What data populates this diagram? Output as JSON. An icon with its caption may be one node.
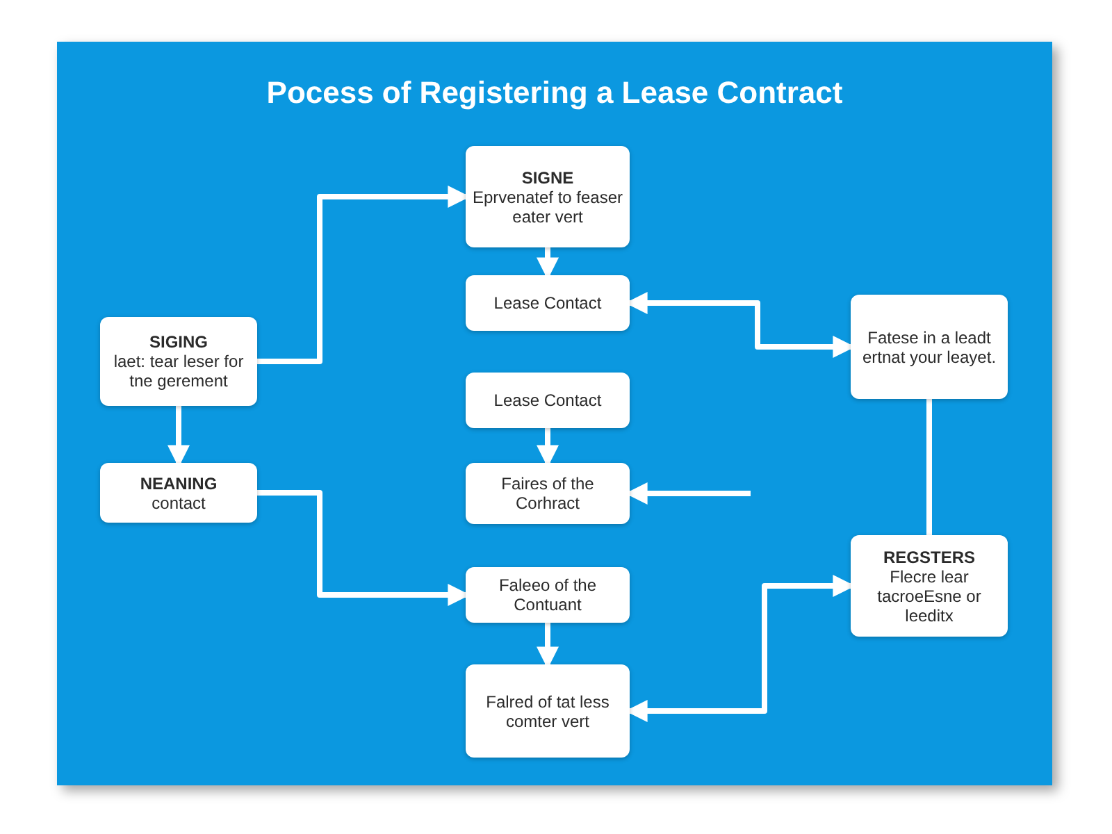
{
  "diagram": {
    "title": "Pocess of Registering a Lease Contract",
    "nodes": [
      {
        "text": [
          "SIGNE",
          "Eprvenatef to feaser eater vert"
        ]
      },
      {
        "text": [
          "Lease Contact"
        ]
      },
      {
        "text": [
          "Lease Contact"
        ]
      },
      {
        "text": [
          "Faires of the Corhract"
        ]
      },
      {
        "text": [
          "Faleeo of the Contuant"
        ]
      },
      {
        "text": [
          "Falred of tat less comter vert"
        ]
      },
      {
        "text": [
          "SIGING",
          "laet: tear leser for tne gerement"
        ]
      },
      {
        "text": [
          "NEANING",
          "contact"
        ]
      },
      {
        "text": [
          "Fatese in a leadt ertnat your leayet."
        ]
      },
      {
        "text": [
          "REGSTERS",
          "Flecre lear tacroeEsne or leeditx"
        ]
      }
    ],
    "edges": [
      {
        "from": 6,
        "to": 0,
        "arrow": "to"
      },
      {
        "from": 0,
        "to": 1,
        "arrow": "to"
      },
      {
        "from": 1,
        "to": 8,
        "arrow": "both"
      },
      {
        "from": 6,
        "to": 7,
        "arrow": "to"
      },
      {
        "from": 2,
        "to": 3,
        "arrow": "to"
      },
      {
        "from": null,
        "to": 3,
        "arrow": "to"
      },
      {
        "from": 8,
        "to": 9,
        "arrow": "none"
      },
      {
        "from": 7,
        "to": 4,
        "arrow": "to"
      },
      {
        "from": 4,
        "to": 5,
        "arrow": "to"
      },
      {
        "from": 5,
        "to": 9,
        "arrow": "both"
      }
    ]
  }
}
